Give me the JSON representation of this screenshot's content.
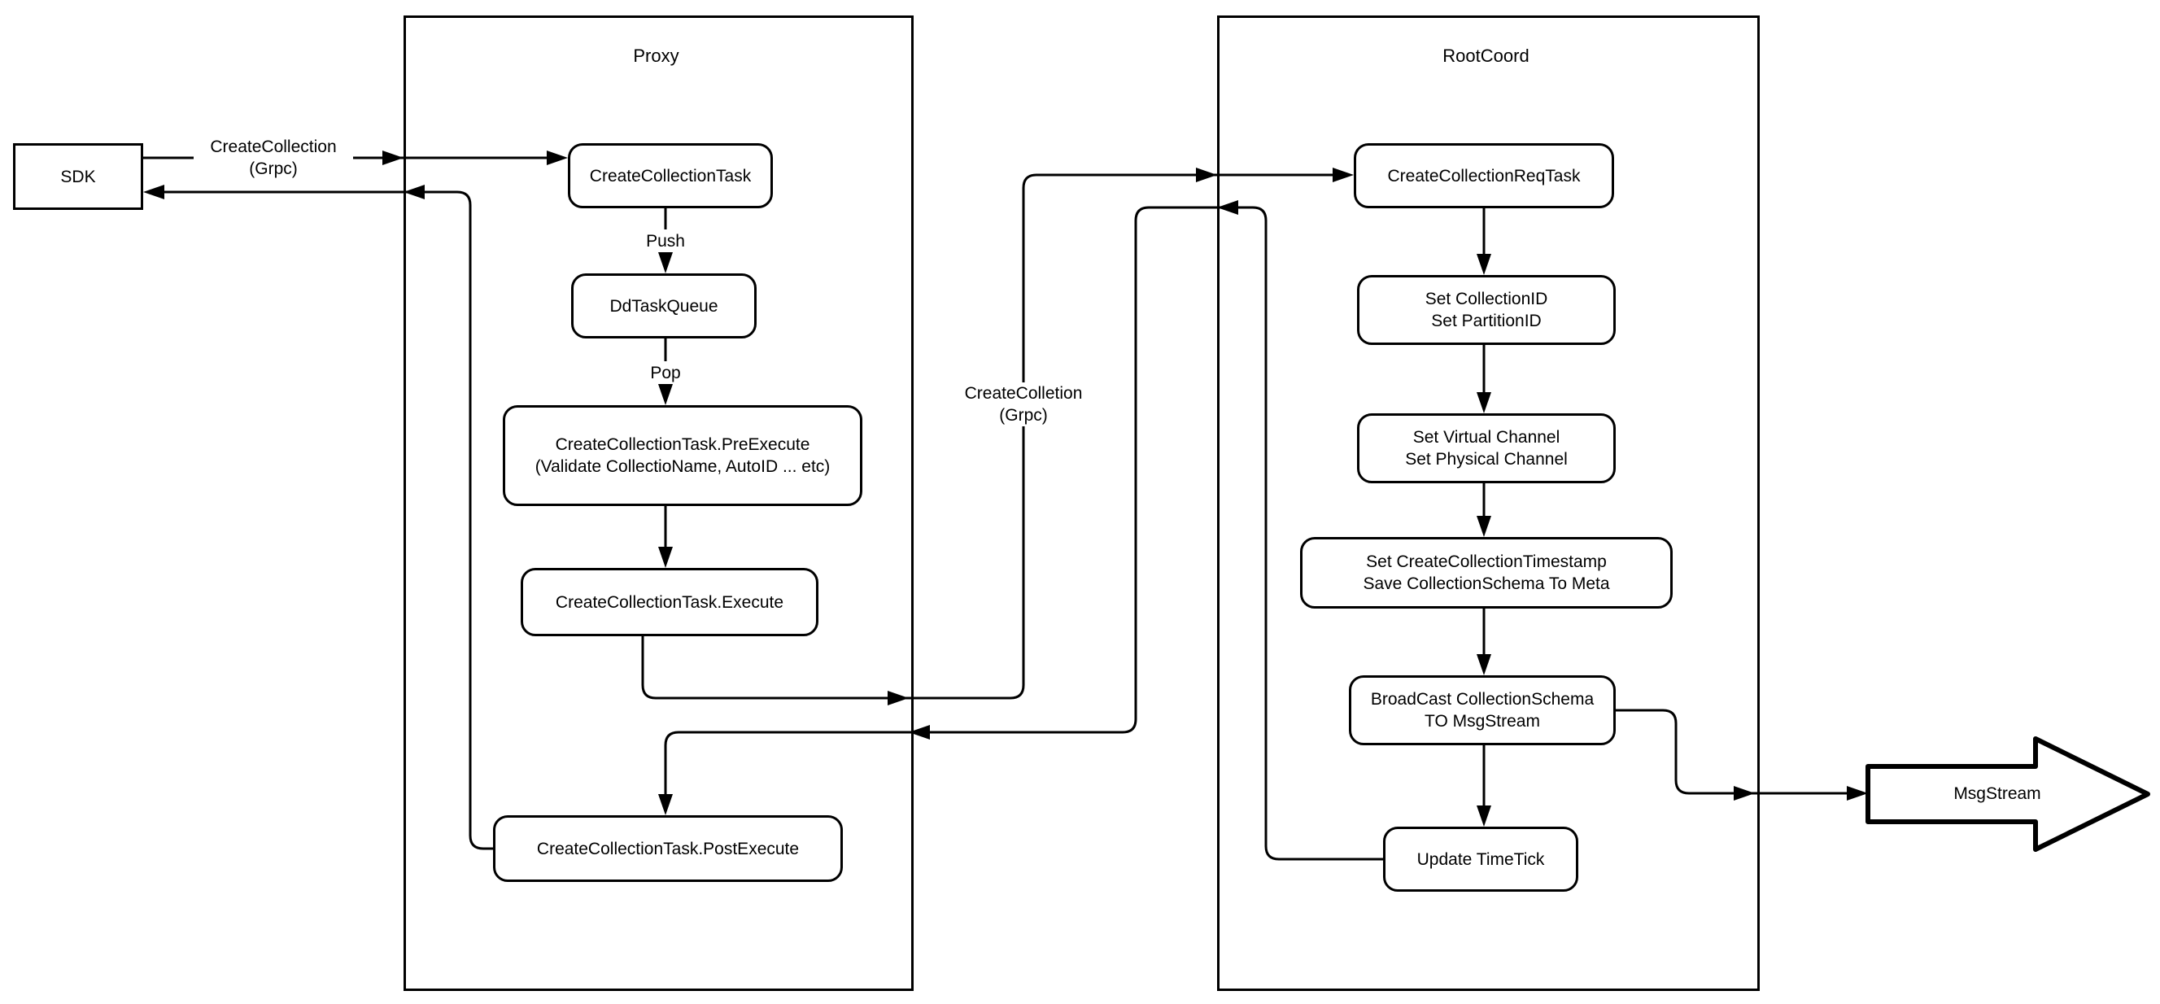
{
  "diagram": {
    "background_color": "#ffffff",
    "stroke_color": "#000000",
    "sdk": {
      "label": "SDK"
    },
    "proxy": {
      "title": "Proxy",
      "nodes": {
        "task": "CreateCollectionTask",
        "queue": "DdTaskQueue",
        "pre_execute": {
          "line1": "CreateCollectionTask.PreExecute",
          "line2": "(Validate CollectioName, AutoID ... etc)"
        },
        "execute": "CreateCollectionTask.Execute",
        "post_execute": "CreateCollectionTask.PostExecute"
      }
    },
    "rootcoord": {
      "title": "RootCoord",
      "nodes": {
        "req_task": "CreateCollectionReqTask",
        "set_ids": {
          "line1": "Set CollectionID",
          "line2": "Set PartitionID"
        },
        "set_channels": {
          "line1": "Set Virtual Channel",
          "line2": "Set Physical Channel"
        },
        "set_timestamp": {
          "line1": "Set CreateCollectionTimestamp",
          "line2": "Save CollectionSchema To Meta"
        },
        "broadcast": {
          "line1": "BroadCast CollectionSchema",
          "line2": "TO MsgStream"
        },
        "update_timetick": "Update TimeTick"
      }
    },
    "msgstream": {
      "label": "MsgStream"
    },
    "edge_labels": {
      "sdk_call": {
        "line1": "CreateCollection",
        "line2": "(Grpc)"
      },
      "push": "Push",
      "pop": "Pop",
      "proxy_call": {
        "line1": "CreateColletion",
        "line2": "(Grpc)"
      }
    }
  }
}
